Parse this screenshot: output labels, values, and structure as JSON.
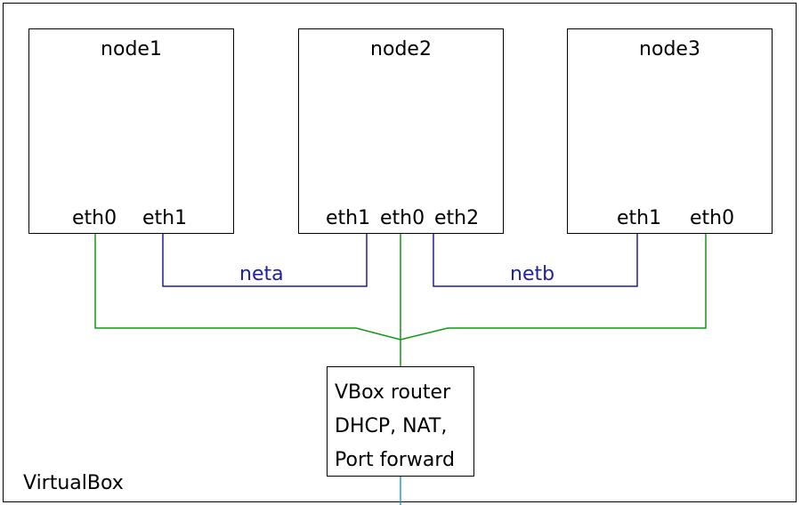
{
  "nodes": [
    {
      "title": "node1",
      "ports": {
        "a": "eth0",
        "b": "eth1"
      }
    },
    {
      "title": "node2",
      "ports": {
        "a": "eth1",
        "b": "eth0",
        "c": "eth2"
      }
    },
    {
      "title": "node3",
      "ports": {
        "a": "eth1",
        "b": "eth0"
      }
    }
  ],
  "networks": {
    "neta": "neta",
    "netb": "netb"
  },
  "router": {
    "lines": [
      "VBox router",
      "DHCP, NAT,",
      "Port forward"
    ]
  },
  "environment": {
    "label": "VirtualBox"
  },
  "colors": {
    "nat_wire": "#139613",
    "internal_wire": "#1f1fa3",
    "uplink_wire": "#1fa3b3",
    "border": "#000000"
  }
}
